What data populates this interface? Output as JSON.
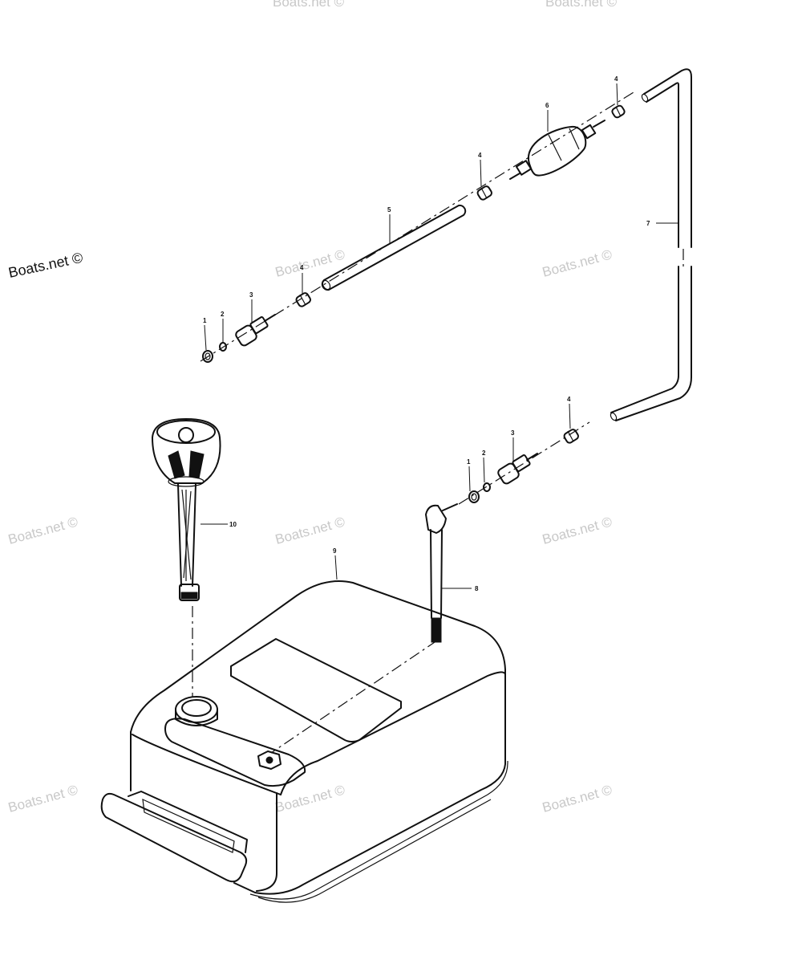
{
  "brand": {
    "main_watermark": "Boats.net ©",
    "faint_watermark": "Boats.net ©"
  },
  "callouts": {
    "c1_upper": "1",
    "c2_upper": "2",
    "c3_upper": "3",
    "c4_upper_left": "4",
    "c5": "5",
    "c4_upper_mid": "4",
    "c6": "6",
    "c4_upper_right": "4",
    "c7": "7",
    "c4_lower": "4",
    "c3_lower": "3",
    "c2_lower": "2",
    "c1_lower": "1",
    "c10": "10",
    "c9": "9",
    "c8": "8"
  },
  "colors": {
    "ink": "#111111",
    "watermark": "#c8c8c8",
    "background": "#ffffff"
  }
}
